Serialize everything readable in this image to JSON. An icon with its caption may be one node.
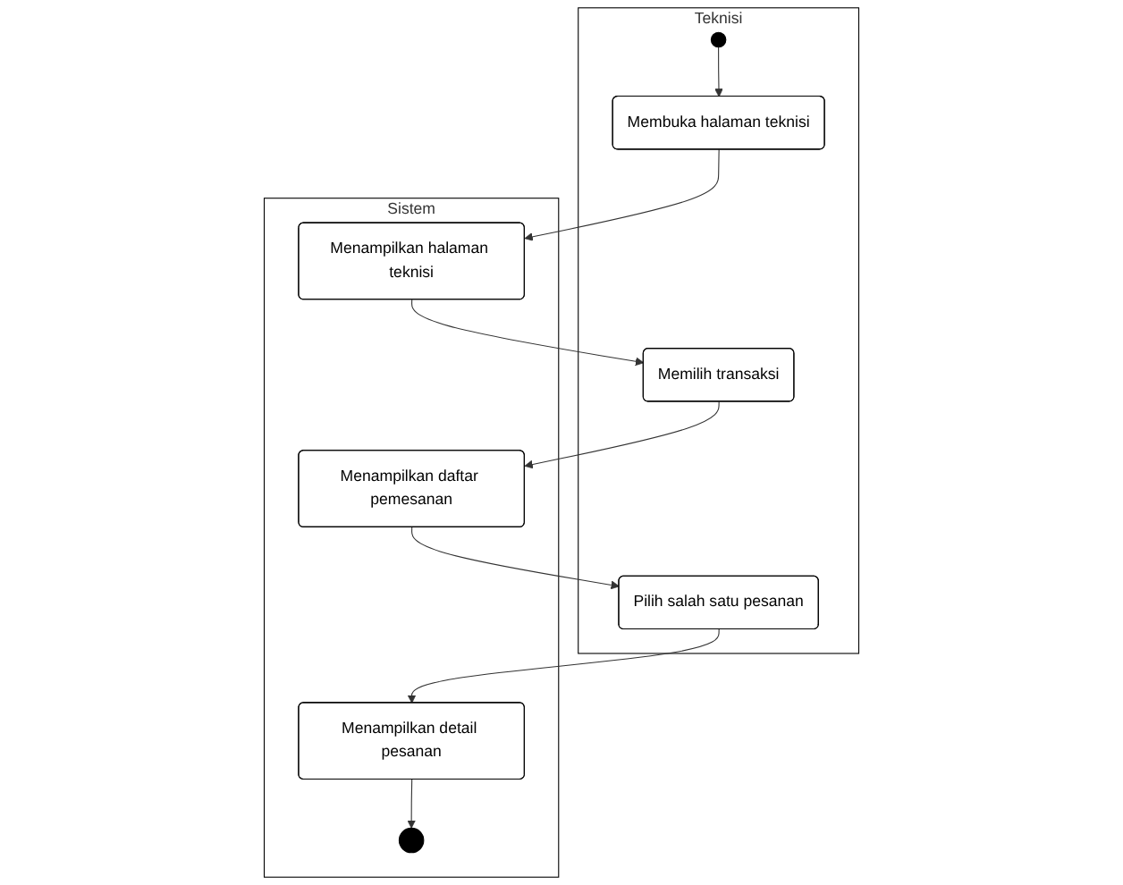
{
  "diagram": {
    "nodes": [
      {
        "text": [
          "Teknisi"
        ]
      },
      {
        "text": [
          "Sistem"
        ]
      },
      {
        "text": [],
        "shape": "circle",
        "in": 0
      },
      {
        "text": [
          "Membuka halaman teknisi"
        ],
        "in": 0
      },
      {
        "text": [
          "Menampilkan halaman teknisi"
        ],
        "in": 1
      },
      {
        "text": [
          "Memilih transaksi"
        ],
        "in": 0
      },
      {
        "text": [
          "Menampilkan daftar pemesanan"
        ],
        "in": 1
      },
      {
        "text": [
          "Pilih salah satu pesanan"
        ],
        "in": 0
      },
      {
        "text": [
          "Menampilkan detail pesanan"
        ],
        "in": 1
      },
      {
        "text": [],
        "shape": "bullseye",
        "in": 1
      }
    ],
    "edges": [
      {
        "from": 2,
        "to": 3,
        "arrow": "to"
      },
      {
        "from": 3,
        "to": 4,
        "arrow": "to"
      },
      {
        "from": 4,
        "to": 5,
        "arrow": "to"
      },
      {
        "from": 5,
        "to": 6,
        "arrow": "to"
      },
      {
        "from": 6,
        "to": 7,
        "arrow": "to"
      },
      {
        "from": 7,
        "to": 8,
        "arrow": "to"
      },
      {
        "from": 8,
        "to": 9,
        "arrow": "to"
      }
    ]
  }
}
